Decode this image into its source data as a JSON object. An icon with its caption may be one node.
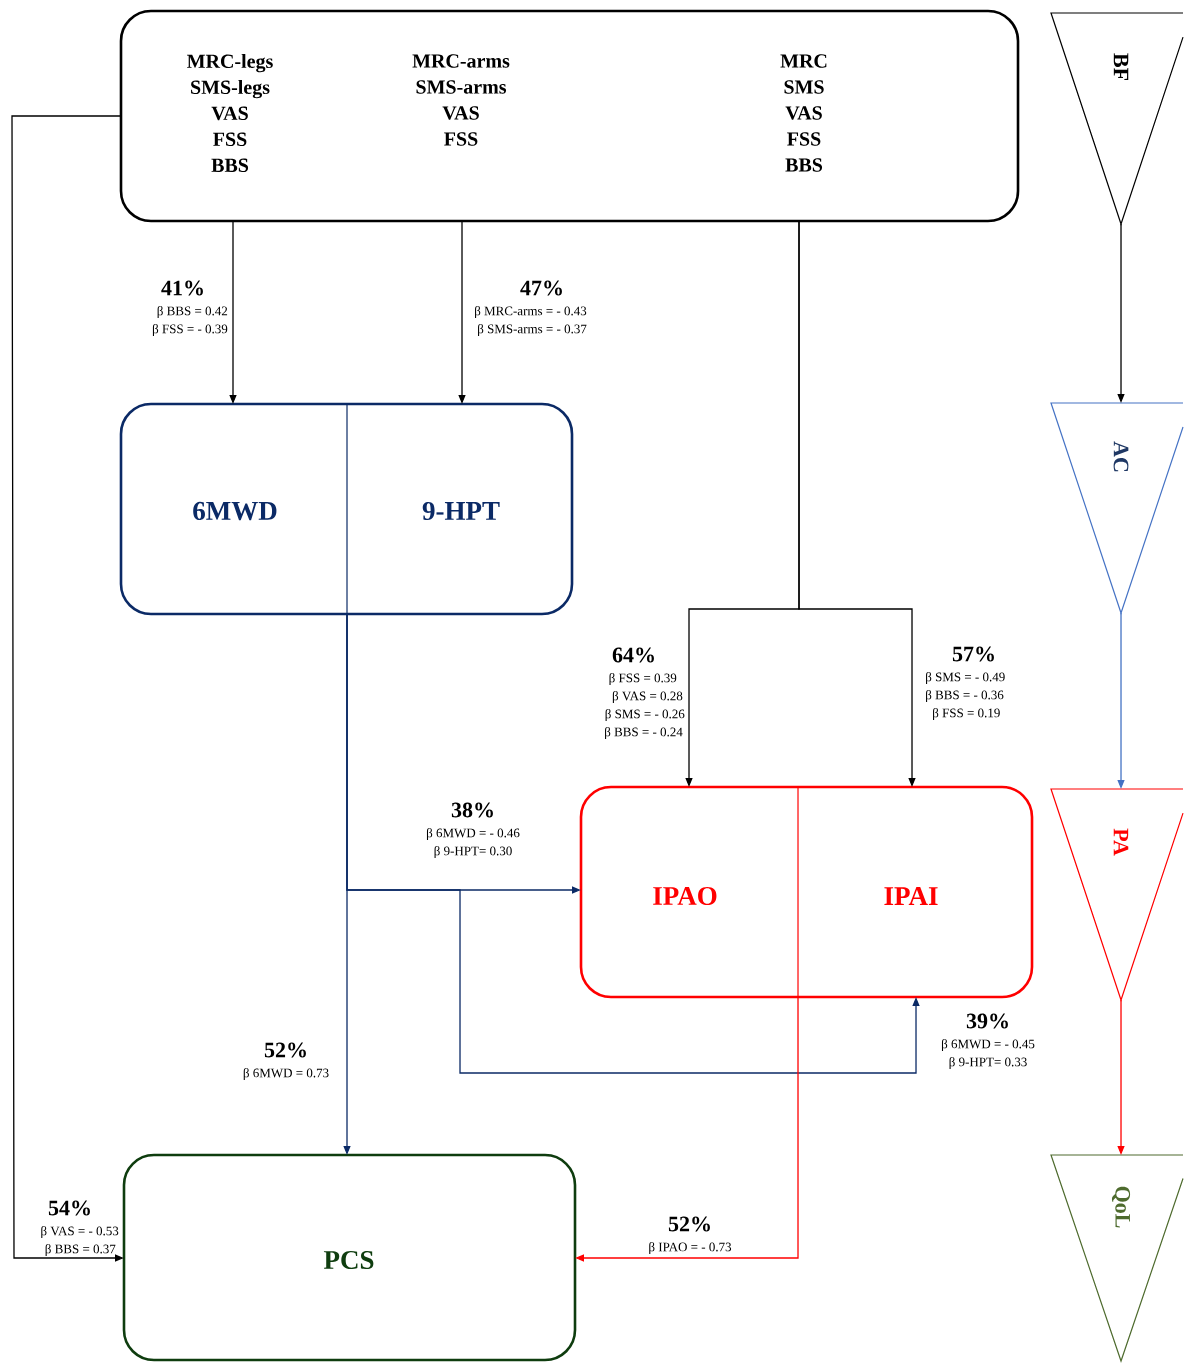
{
  "diagram": {
    "nodes": [
      {
        "text": [
          "MRC-legs SMS-legs VAS FSS BBS",
          "MRC-arms SMS-arms VAS FSS",
          "MRC SMS VAS FSS BBS"
        ]
      },
      {
        "text": [
          "6MWD",
          "9-HPT"
        ]
      },
      {
        "text": [
          "IPAO",
          "IPAI"
        ]
      },
      {
        "text": [
          "PCS"
        ]
      },
      {
        "text": [
          "BF"
        ]
      },
      {
        "text": [
          "AC"
        ]
      },
      {
        "text": [
          "PA"
        ]
      },
      {
        "text": [
          "QoL"
        ]
      }
    ],
    "edges": [
      {
        "from": 0,
        "to": 1,
        "arrow": "to",
        "label": "41%"
      },
      {
        "from": 0,
        "to": 1,
        "arrow": "to",
        "label": "47%"
      },
      {
        "from": 0,
        "to": 2,
        "arrow": "to",
        "label": "64%"
      },
      {
        "from": 0,
        "to": 2,
        "arrow": "to",
        "label": "57%"
      },
      {
        "from": 1,
        "to": 2,
        "arrow": "to",
        "label": "38%",
        "color": "#0b2a66"
      },
      {
        "from": 1,
        "to": 3,
        "arrow": "to",
        "label": "52%",
        "color": "#0b2a66"
      },
      {
        "from": 1,
        "to": 2,
        "arrow": "to",
        "label": "39%",
        "color": "#0b2a66"
      },
      {
        "from": 2,
        "to": 3,
        "arrow": "to",
        "label": "52%",
        "color": "#ff0000"
      },
      {
        "from": 0,
        "to": 3,
        "arrow": "to",
        "label": "54%"
      },
      {
        "from": 4,
        "to": 5,
        "arrow": "to"
      },
      {
        "from": 5,
        "to": 6,
        "arrow": "to",
        "color": "#4472c4"
      },
      {
        "from": 6,
        "to": 7,
        "arrow": "to",
        "color": "#ff0000"
      }
    ],
    "labels": [
      "β BBS = 0.42",
      "β FSS = - 0.39",
      "β MRC-arms = - 0.43",
      "β SMS-arms = - 0.37",
      "β FSS = 0.39",
      "β VAS =  0.28",
      "β SMS = - 0.26",
      "β BBS = - 0.24",
      "β SMS = - 0.49",
      "β BBS = - 0.36",
      "β FSS = 0.19",
      "β 6MWD = - 0.46",
      "β 9-HPT= 0.30",
      "β 6MWD = - 0.45",
      "β 9-HPT= 0.33",
      "β 6MWD = 0.73",
      "β VAS = - 0.53",
      "β BBS = 0.37",
      "β IPAO = - 0.73"
    ]
  }
}
